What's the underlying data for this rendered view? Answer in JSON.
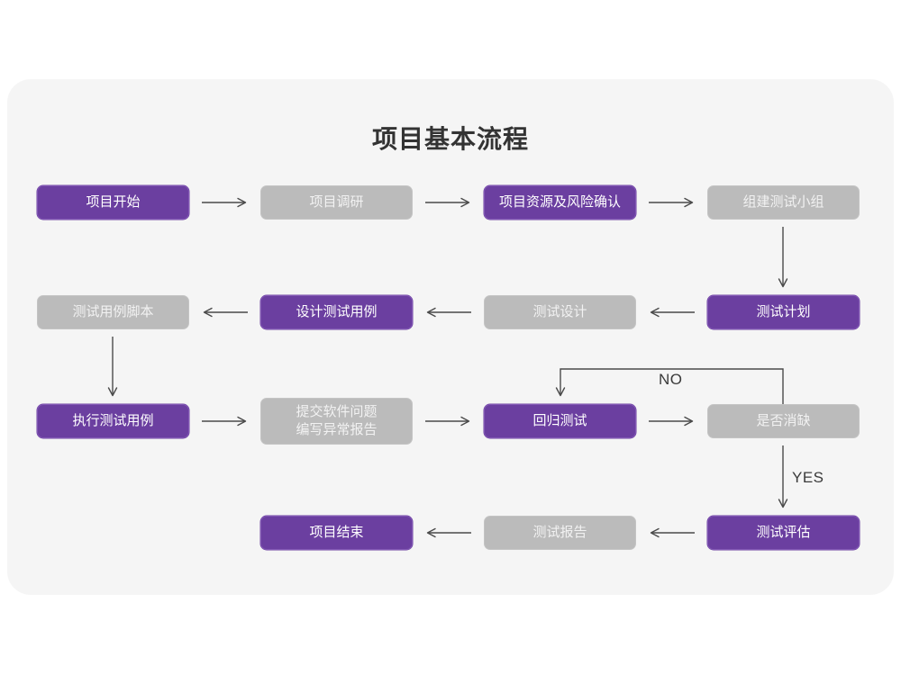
{
  "title": "项目基本流程",
  "theme": {
    "page_background": "#ffffff",
    "card_background": "#f5f5f5",
    "accent_purple": "#6b3fa0",
    "accent_purple_border": "#8257b5",
    "muted_gray": "#bbbbbb",
    "arrow_color": "#4a4a4a",
    "title_color": "#333333"
  },
  "nodes": [
    {
      "id": "n1",
      "label": "项目开始",
      "style": "purple",
      "row": 1,
      "col": 1
    },
    {
      "id": "n2",
      "label": "项目调研",
      "style": "gray",
      "row": 1,
      "col": 2
    },
    {
      "id": "n3",
      "label": "项目资源及风险确认",
      "style": "purple",
      "row": 1,
      "col": 3
    },
    {
      "id": "n4",
      "label": "组建测试小组",
      "style": "gray",
      "row": 1,
      "col": 4
    },
    {
      "id": "n5",
      "label": "测试用例脚本",
      "style": "gray",
      "row": 2,
      "col": 1
    },
    {
      "id": "n6",
      "label": "设计测试用例",
      "style": "purple",
      "row": 2,
      "col": 2
    },
    {
      "id": "n7",
      "label": "测试设计",
      "style": "gray",
      "row": 2,
      "col": 3
    },
    {
      "id": "n8",
      "label": "测试计划",
      "style": "purple",
      "row": 2,
      "col": 4
    },
    {
      "id": "n9",
      "label": "执行测试用例",
      "style": "purple",
      "row": 3,
      "col": 1
    },
    {
      "id": "n10",
      "label": "提交软件问题\n编写异常报告",
      "style": "gray",
      "row": 3,
      "col": 2
    },
    {
      "id": "n11",
      "label": "回归测试",
      "style": "purple",
      "row": 3,
      "col": 3
    },
    {
      "id": "n12",
      "label": "是否消缺",
      "style": "gray",
      "row": 3,
      "col": 4
    },
    {
      "id": "n13",
      "label": "项目结束",
      "style": "purple",
      "row": 4,
      "col": 2
    },
    {
      "id": "n14",
      "label": "测试报告",
      "style": "gray",
      "row": 4,
      "col": 3
    },
    {
      "id": "n15",
      "label": "测试评估",
      "style": "purple",
      "row": 4,
      "col": 4
    }
  ],
  "edges": [
    {
      "from": "n1",
      "to": "n2",
      "direction": "right",
      "label": ""
    },
    {
      "from": "n2",
      "to": "n3",
      "direction": "right",
      "label": ""
    },
    {
      "from": "n3",
      "to": "n4",
      "direction": "right",
      "label": ""
    },
    {
      "from": "n4",
      "to": "n8",
      "direction": "down",
      "label": ""
    },
    {
      "from": "n8",
      "to": "n7",
      "direction": "left",
      "label": ""
    },
    {
      "from": "n7",
      "to": "n6",
      "direction": "left",
      "label": ""
    },
    {
      "from": "n6",
      "to": "n5",
      "direction": "left",
      "label": ""
    },
    {
      "from": "n5",
      "to": "n9",
      "direction": "down",
      "label": ""
    },
    {
      "from": "n9",
      "to": "n10",
      "direction": "right",
      "label": ""
    },
    {
      "from": "n10",
      "to": "n11",
      "direction": "right",
      "label": ""
    },
    {
      "from": "n11",
      "to": "n12",
      "direction": "right",
      "label": ""
    },
    {
      "from": "n12",
      "to": "n11",
      "direction": "loop-up-left",
      "label": "NO"
    },
    {
      "from": "n12",
      "to": "n15",
      "direction": "down",
      "label": "YES"
    },
    {
      "from": "n15",
      "to": "n14",
      "direction": "left",
      "label": ""
    },
    {
      "from": "n14",
      "to": "n13",
      "direction": "left",
      "label": ""
    }
  ],
  "edge_labels": {
    "no": "NO",
    "yes": "YES"
  }
}
